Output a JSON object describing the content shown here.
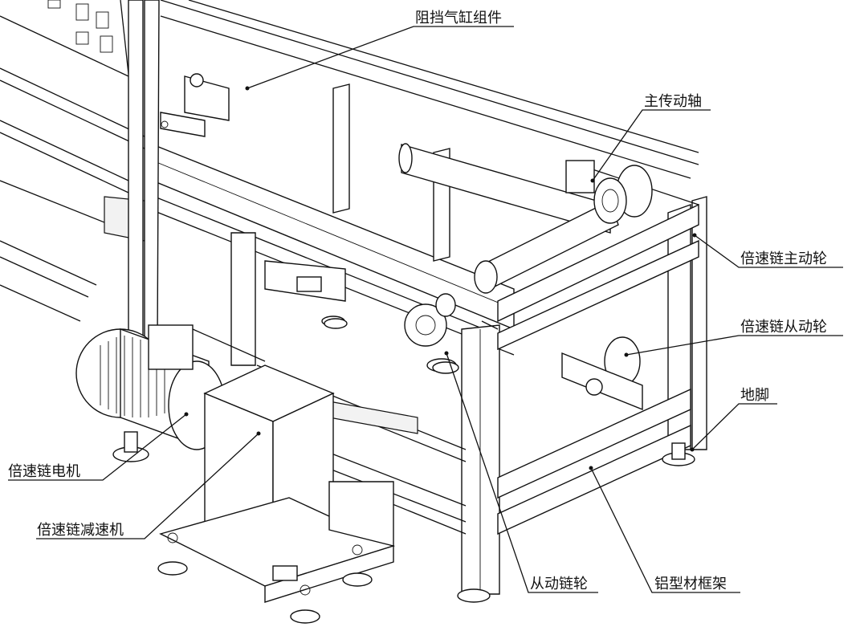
{
  "labels": {
    "stop_cylinder": "阻挡气缸组件",
    "main_shaft": "主传动轴",
    "drive_sprocket": "倍速链主动轮",
    "driven_sprocket_right": "倍速链从动轮",
    "foot": "地脚",
    "motor": "倍速链电机",
    "reducer": "倍速链减速机",
    "driven_sprocket": "从动链轮",
    "frame": "铝型材框架"
  }
}
